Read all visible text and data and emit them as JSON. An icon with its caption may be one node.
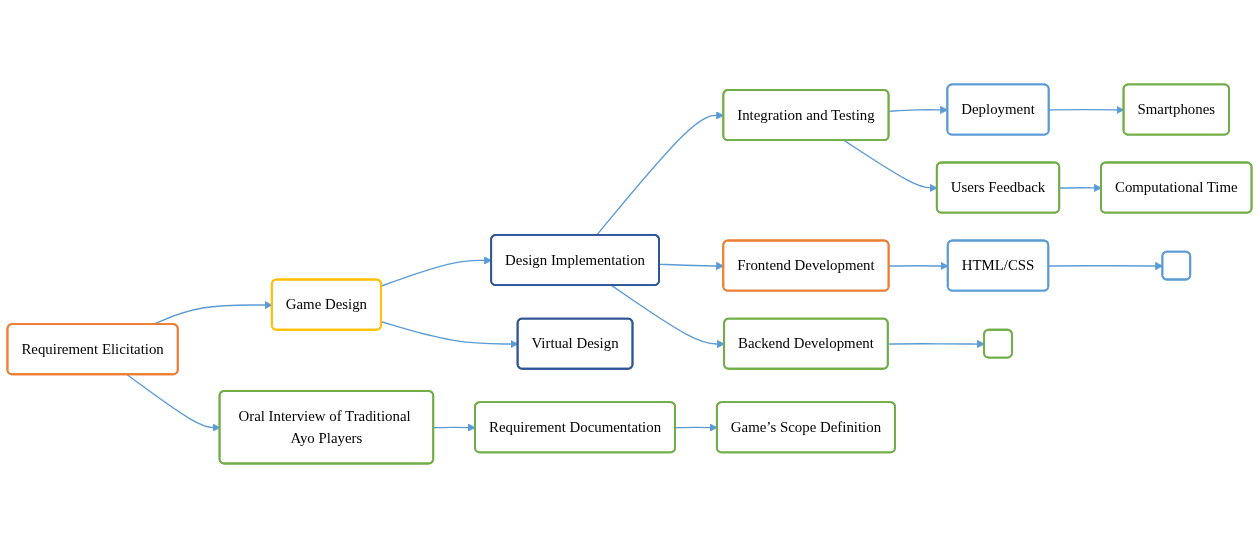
{
  "diagram": {
    "nodes": [
      {
        "text": [
          "Requirement Elicitation"
        ]
      },
      {
        "text": [
          "Game Design"
        ]
      },
      {
        "text": [
          "Design Implementation"
        ]
      },
      {
        "text": [
          "Integration and Testing"
        ]
      },
      {
        "text": [
          "Deployment"
        ]
      },
      {
        "text": [
          "Oral Interview of Traditional Ayo Players"
        ]
      },
      {
        "text": [
          "Requirement Documentation"
        ]
      },
      {
        "text": [
          "Game’s Scope Definition"
        ]
      },
      {
        "text": [
          "Virtual Design"
        ]
      },
      {
        "text": [
          "Frontend Development"
        ]
      },
      {
        "text": [
          "Backend Development"
        ]
      },
      {
        "text": [
          "HTML/CSS"
        ]
      },
      {
        "text": [],
        "shape": "box"
      },
      {
        "text": [],
        "shape": "box"
      },
      {
        "text": [
          "Users Feedback"
        ]
      },
      {
        "text": [
          "Computational Time"
        ]
      },
      {
        "text": [
          "Smartphones"
        ]
      }
    ],
    "edges": [
      {
        "from": 0,
        "to": 1,
        "arrow": "to"
      },
      {
        "from": 1,
        "to": 2,
        "arrow": "to"
      },
      {
        "from": 2,
        "to": 3,
        "arrow": "to"
      },
      {
        "from": 3,
        "to": 4,
        "arrow": "to"
      },
      {
        "from": 0,
        "to": 5,
        "arrow": "to"
      },
      {
        "from": 5,
        "to": 6,
        "arrow": "to"
      },
      {
        "from": 6,
        "to": 7,
        "arrow": "to"
      },
      {
        "from": 1,
        "to": 8,
        "arrow": "to"
      },
      {
        "from": 2,
        "to": 9,
        "arrow": "to"
      },
      {
        "from": 2,
        "to": 10,
        "arrow": "to"
      },
      {
        "from": 9,
        "to": 11,
        "arrow": "to"
      },
      {
        "from": 11,
        "to": 12,
        "arrow": "to"
      },
      {
        "from": 10,
        "to": 13,
        "arrow": "to"
      },
      {
        "from": 3,
        "to": 14,
        "arrow": "to"
      },
      {
        "from": 14,
        "to": 15,
        "arrow": "to"
      },
      {
        "from": 4,
        "to": 16,
        "arrow": "to"
      }
    ]
  }
}
